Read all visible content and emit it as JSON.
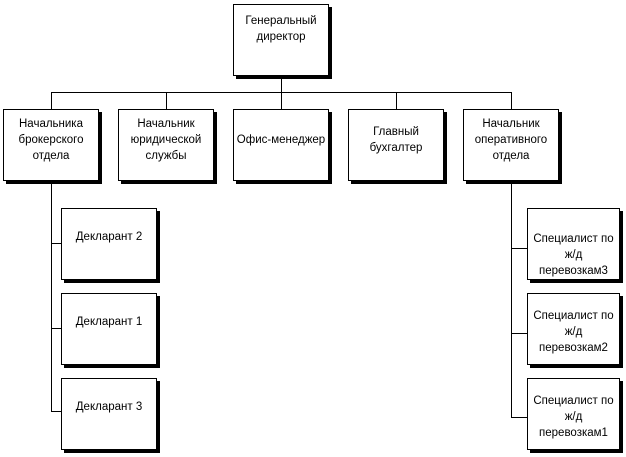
{
  "diagram": {
    "type": "org-chart",
    "line_color": "#000000",
    "box_border": "#000000",
    "box_fill": "#ffffff",
    "nodes": {
      "ceo": "Генеральный\nдиректор",
      "broker_head": "Начальника\nброкерского\nотдела",
      "legal_head": "Начальник\nюридической\nслужбы",
      "office_manager": "Офис-менеджер",
      "chief_accountant": "Главный\nбухгалтер",
      "ops_head": "Начальник\nоперативного\nотдела",
      "declarant_2": "Декларант 2",
      "declarant_1": "Декларант 1",
      "declarant_3": "Декларант 3",
      "rail_specialist_3": "Специалист по\nж/д перевозкам3",
      "rail_specialist_2": "Специалист по\nж/д перевозкам2",
      "rail_specialist_1": "Специалист по\nж/д перевозкам1"
    }
  }
}
